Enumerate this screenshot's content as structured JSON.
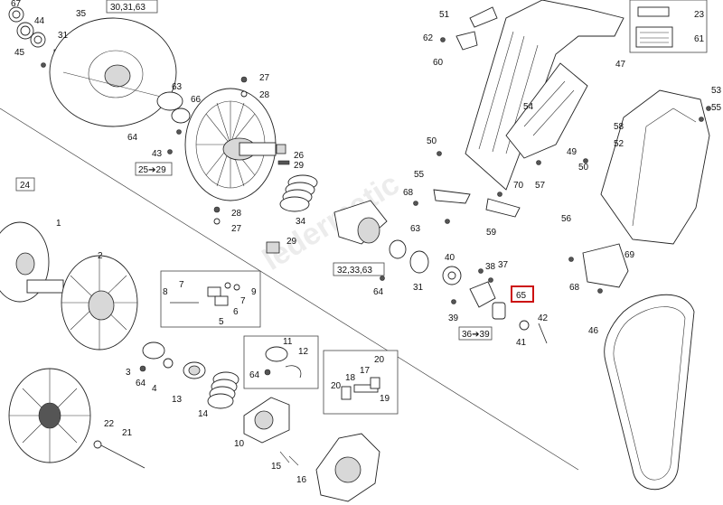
{
  "callouts": {
    "c67": "67",
    "c44": "44",
    "c35": "35",
    "c30": "30,31,63",
    "c31a": "31",
    "c45": "45",
    "c51": "51",
    "c62": "62",
    "c60": "60",
    "c23": "23",
    "c61": "61",
    "c47": "47",
    "c63a": "63",
    "c66": "66",
    "c27a": "27",
    "c28a": "28",
    "c64a": "64",
    "c43": "43",
    "c26": "26",
    "c29a": "29",
    "c25": "25➔29",
    "c24": "24",
    "c54": "54",
    "c53": "53",
    "c55a": "55",
    "c58": "58",
    "c52": "52",
    "c50a": "50",
    "c49": "49",
    "c50b": "50",
    "c55b": "55",
    "c70": "70",
    "c68a": "68",
    "c57": "57",
    "c59": "59",
    "c28b": "28",
    "c27b": "27",
    "c34": "34",
    "c29b": "29",
    "c63b": "63",
    "c32": "32,33,63",
    "c56": "56",
    "c69": "69",
    "c40": "40",
    "c38": "38",
    "c37": "37",
    "c31b": "31",
    "c64b": "64",
    "c68b": "68",
    "c65": "65",
    "c39": "39",
    "c36": "36➔39",
    "c42": "42",
    "c41": "41",
    "c46": "46",
    "c1": "1",
    "c2": "2",
    "c7": "7",
    "c8": "8",
    "c9": "9",
    "c6": "6",
    "c5": "5",
    "c3": "3",
    "c64c": "64",
    "c4": "4",
    "c13": "13",
    "c14": "14",
    "c11": "11",
    "c12": "12",
    "c64d": "64",
    "c20a": "20",
    "c17": "17",
    "c18": "18",
    "c20b": "20",
    "c19": "19",
    "c22": "22",
    "c21": "21",
    "c10": "10",
    "c15": "15",
    "c16": "16"
  },
  "highlight": {
    "part": "65",
    "color": "#cc1111"
  }
}
